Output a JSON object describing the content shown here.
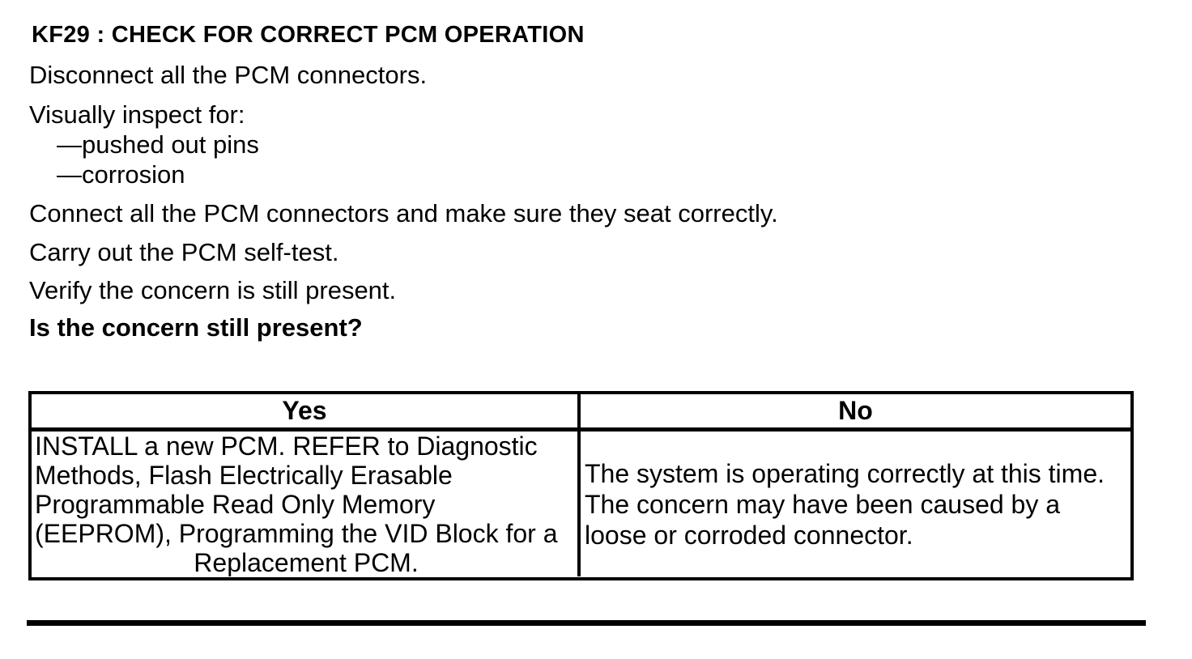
{
  "document": {
    "heading": "KF29 : CHECK FOR CORRECT PCM OPERATION",
    "steps": {
      "disconnect": "Disconnect all the PCM connectors.",
      "inspect_intro": "Visually inspect for:",
      "inspect_items": [
        "—pushed out pins",
        "—corrosion"
      ],
      "connect": "Connect all the PCM connectors and make sure they seat correctly.",
      "self_test": "Carry out the PCM self-test.",
      "verify": "Verify the concern is still present.",
      "question": "Is the concern still present?"
    }
  },
  "decision_table": {
    "headers": [
      "Yes",
      "No"
    ],
    "yes_action_lines": [
      "INSTALL a new PCM. REFER to Diagnostic",
      "Methods, Flash Electrically Erasable",
      "Programmable Read Only Memory",
      "(EEPROM), Programming the VID Block for a",
      "Replacement PCM."
    ],
    "no_action_lines": [
      "The system is operating correctly at this time.",
      "The concern may have been caused by a",
      "loose or corroded connector."
    ]
  }
}
